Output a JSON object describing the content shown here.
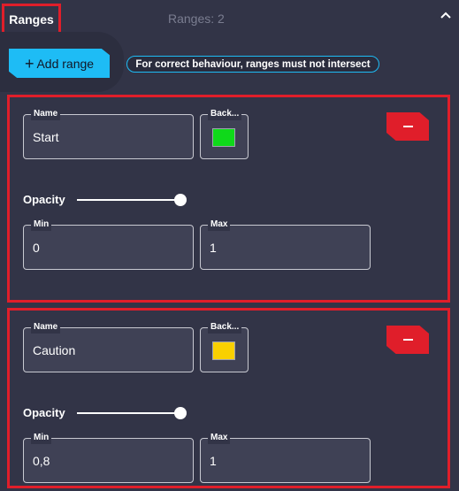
{
  "header": {
    "title": "Ranges",
    "count_label": "Ranges: 2",
    "collapse_icon": "chevron-up-icon"
  },
  "toolbar": {
    "add_range_label": "Add range",
    "add_icon": "plus-icon",
    "hint": "For correct behaviour, ranges must not intersect"
  },
  "field_labels": {
    "name": "Name",
    "background": "Back...",
    "opacity": "Opacity",
    "min": "Min",
    "max": "Max"
  },
  "ranges": [
    {
      "name": "Start",
      "background_color": "#0fd91a",
      "opacity": 1,
      "min": "0",
      "max": "1"
    },
    {
      "name": "Caution",
      "background_color": "#f9d000",
      "opacity": 1,
      "min": "0,8",
      "max": "1"
    }
  ],
  "colors": {
    "accent": "#1ebcf5",
    "danger": "#e01e2a",
    "panel": "#323447"
  }
}
